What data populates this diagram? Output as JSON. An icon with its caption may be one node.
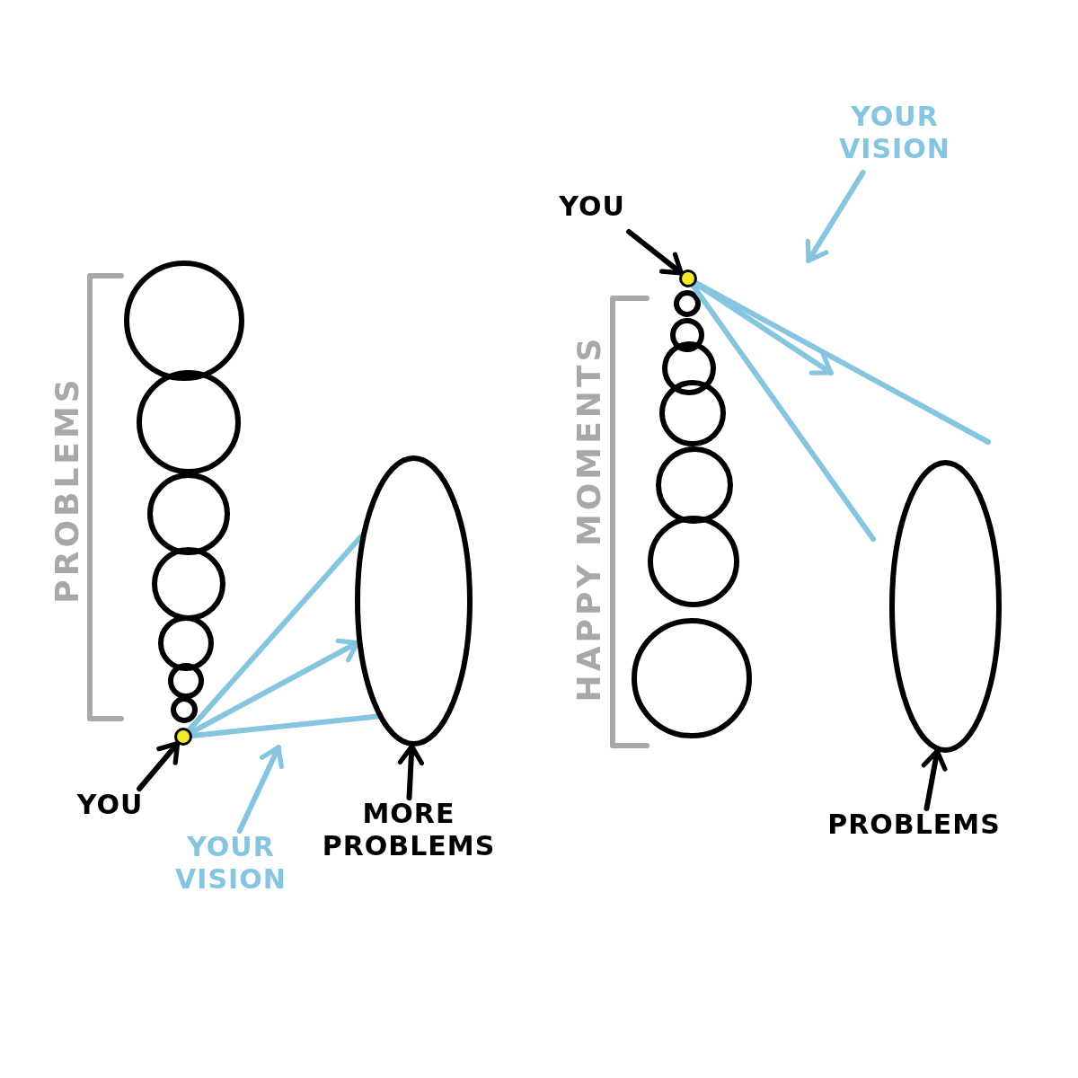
{
  "diagram": {
    "nodes": [
      {
        "text": [
          "YOU"
        ]
      },
      {
        "text": [],
        "shape": "circle"
      },
      {
        "text": [],
        "shape": "oval"
      },
      {
        "text": [
          "MORE PROBLEMS"
        ]
      },
      {
        "text": [
          "YOUR VISION"
        ]
      },
      {
        "text": [
          "YOU"
        ]
      },
      {
        "text": [],
        "shape": "circle"
      },
      {
        "text": [],
        "shape": "oval"
      },
      {
        "text": [
          "PROBLEMS"
        ]
      },
      {
        "text": [
          "YOUR VISION"
        ]
      }
    ],
    "edges": [
      {
        "from": 0,
        "to": 1,
        "arrow": "to",
        "color": "#000000"
      },
      {
        "from": 1,
        "to": 2,
        "arrow": "none"
      },
      {
        "from": 1,
        "to": 2,
        "arrow": "to"
      },
      {
        "from": 1,
        "to": 2,
        "arrow": "none"
      },
      {
        "from": 3,
        "to": 2,
        "arrow": "to",
        "color": "#000000"
      },
      {
        "from": 4,
        "to": null,
        "arrow": "to"
      },
      {
        "from": 5,
        "to": 6,
        "arrow": "to",
        "color": "#000000"
      },
      {
        "from": 6,
        "to": null,
        "arrow": "none"
      },
      {
        "from": 6,
        "to": null,
        "arrow": "to"
      },
      {
        "from": 6,
        "to": null,
        "arrow": "none"
      },
      {
        "from": 9,
        "to": null,
        "arrow": "to"
      },
      {
        "from": 8,
        "to": 7,
        "arrow": "to",
        "color": "#000000"
      }
    ],
    "labels": [
      "PROBLEMS",
      "HAPPY MOMENTS"
    ]
  }
}
